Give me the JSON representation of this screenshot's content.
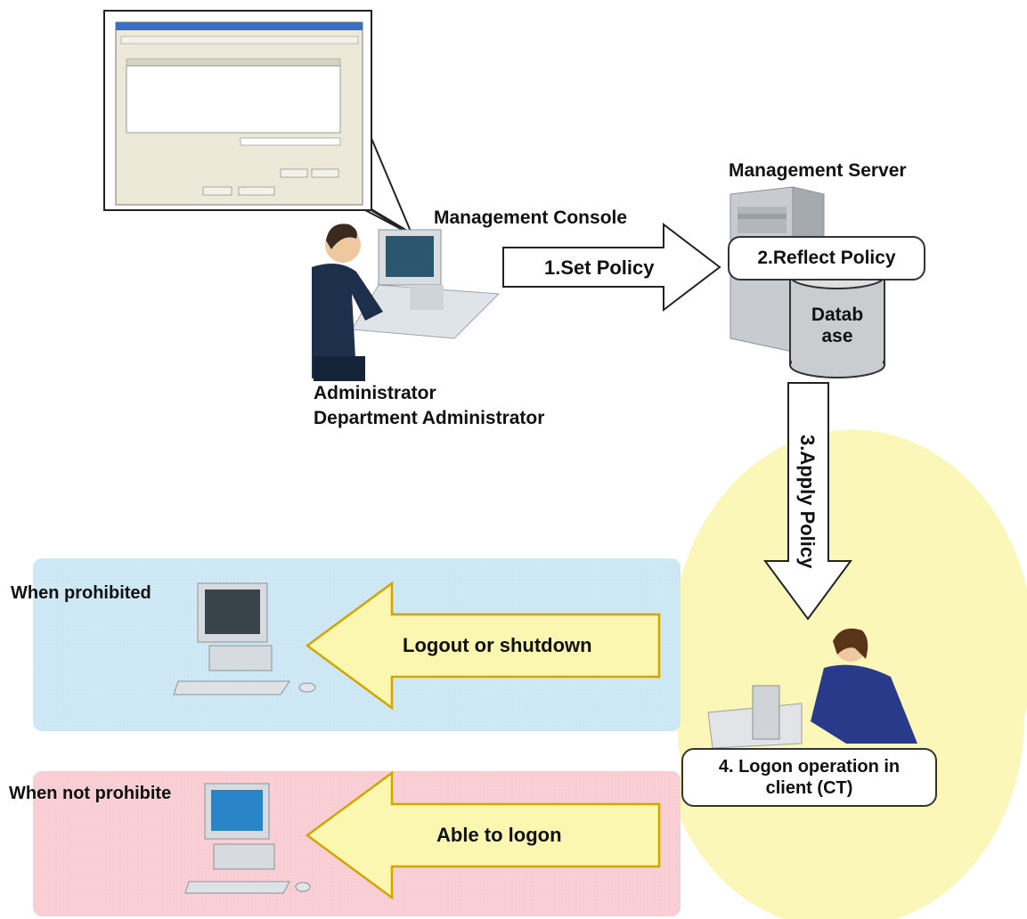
{
  "labels": {
    "management_console": "Management Console",
    "management_server": "Management Server",
    "set_policy": "1.Set Policy",
    "reflect_policy": "2.Reflect Policy",
    "database_line1": "Datab",
    "database_line2": "ase",
    "apply_policy": "3.Apply Policy",
    "administrator": "Administrator",
    "department_administrator": "Department Administrator",
    "when_prohibited": "When prohibited",
    "when_not_prohibited": "When not prohibite",
    "logout_or_shutdown": "Logout or shutdown",
    "able_to_logon": "Able to logon",
    "logon_operation_line1": "4. Logon operation in",
    "logon_operation_line2": "client (CT)"
  },
  "colors": {
    "prohibited_panel": "#cde8f5",
    "not_prohibited_panel": "#f8cdd3",
    "client_ellipse": "#fbf7b8",
    "yellow_arrow_fill": "#fbf7b0",
    "yellow_arrow_stroke": "#d4a400"
  }
}
